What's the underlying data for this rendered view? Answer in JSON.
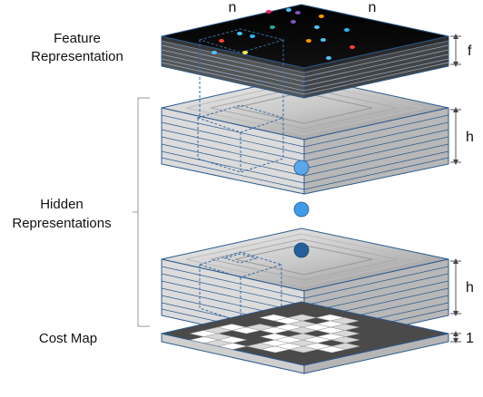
{
  "labels": {
    "feature_line1": "Feature",
    "feature_line2": "Representation",
    "hidden_line1": "Hidden",
    "hidden_line2": "Representations",
    "cost_map": "Cost Map",
    "n_left": "n",
    "n_right": "n",
    "dim_f": "f",
    "dim_h1": "h",
    "dim_h2": "h",
    "dim_one": "1"
  },
  "colors": {
    "stroke": "#2b5a8c",
    "dashed": "#3a6aa0",
    "dot_light": "#5aa8ea",
    "dot_mid": "#3f88cf",
    "dot_dark": "#245f9a",
    "feature_top": "#050505",
    "bracket": "#9a9a9a"
  },
  "feature_points": [
    "#e91e63",
    "#4fc3f7",
    "#ff9800",
    "#29b6f6",
    "#7e57c2",
    "#26a69a",
    "#f44336",
    "#ffeb3b"
  ]
}
